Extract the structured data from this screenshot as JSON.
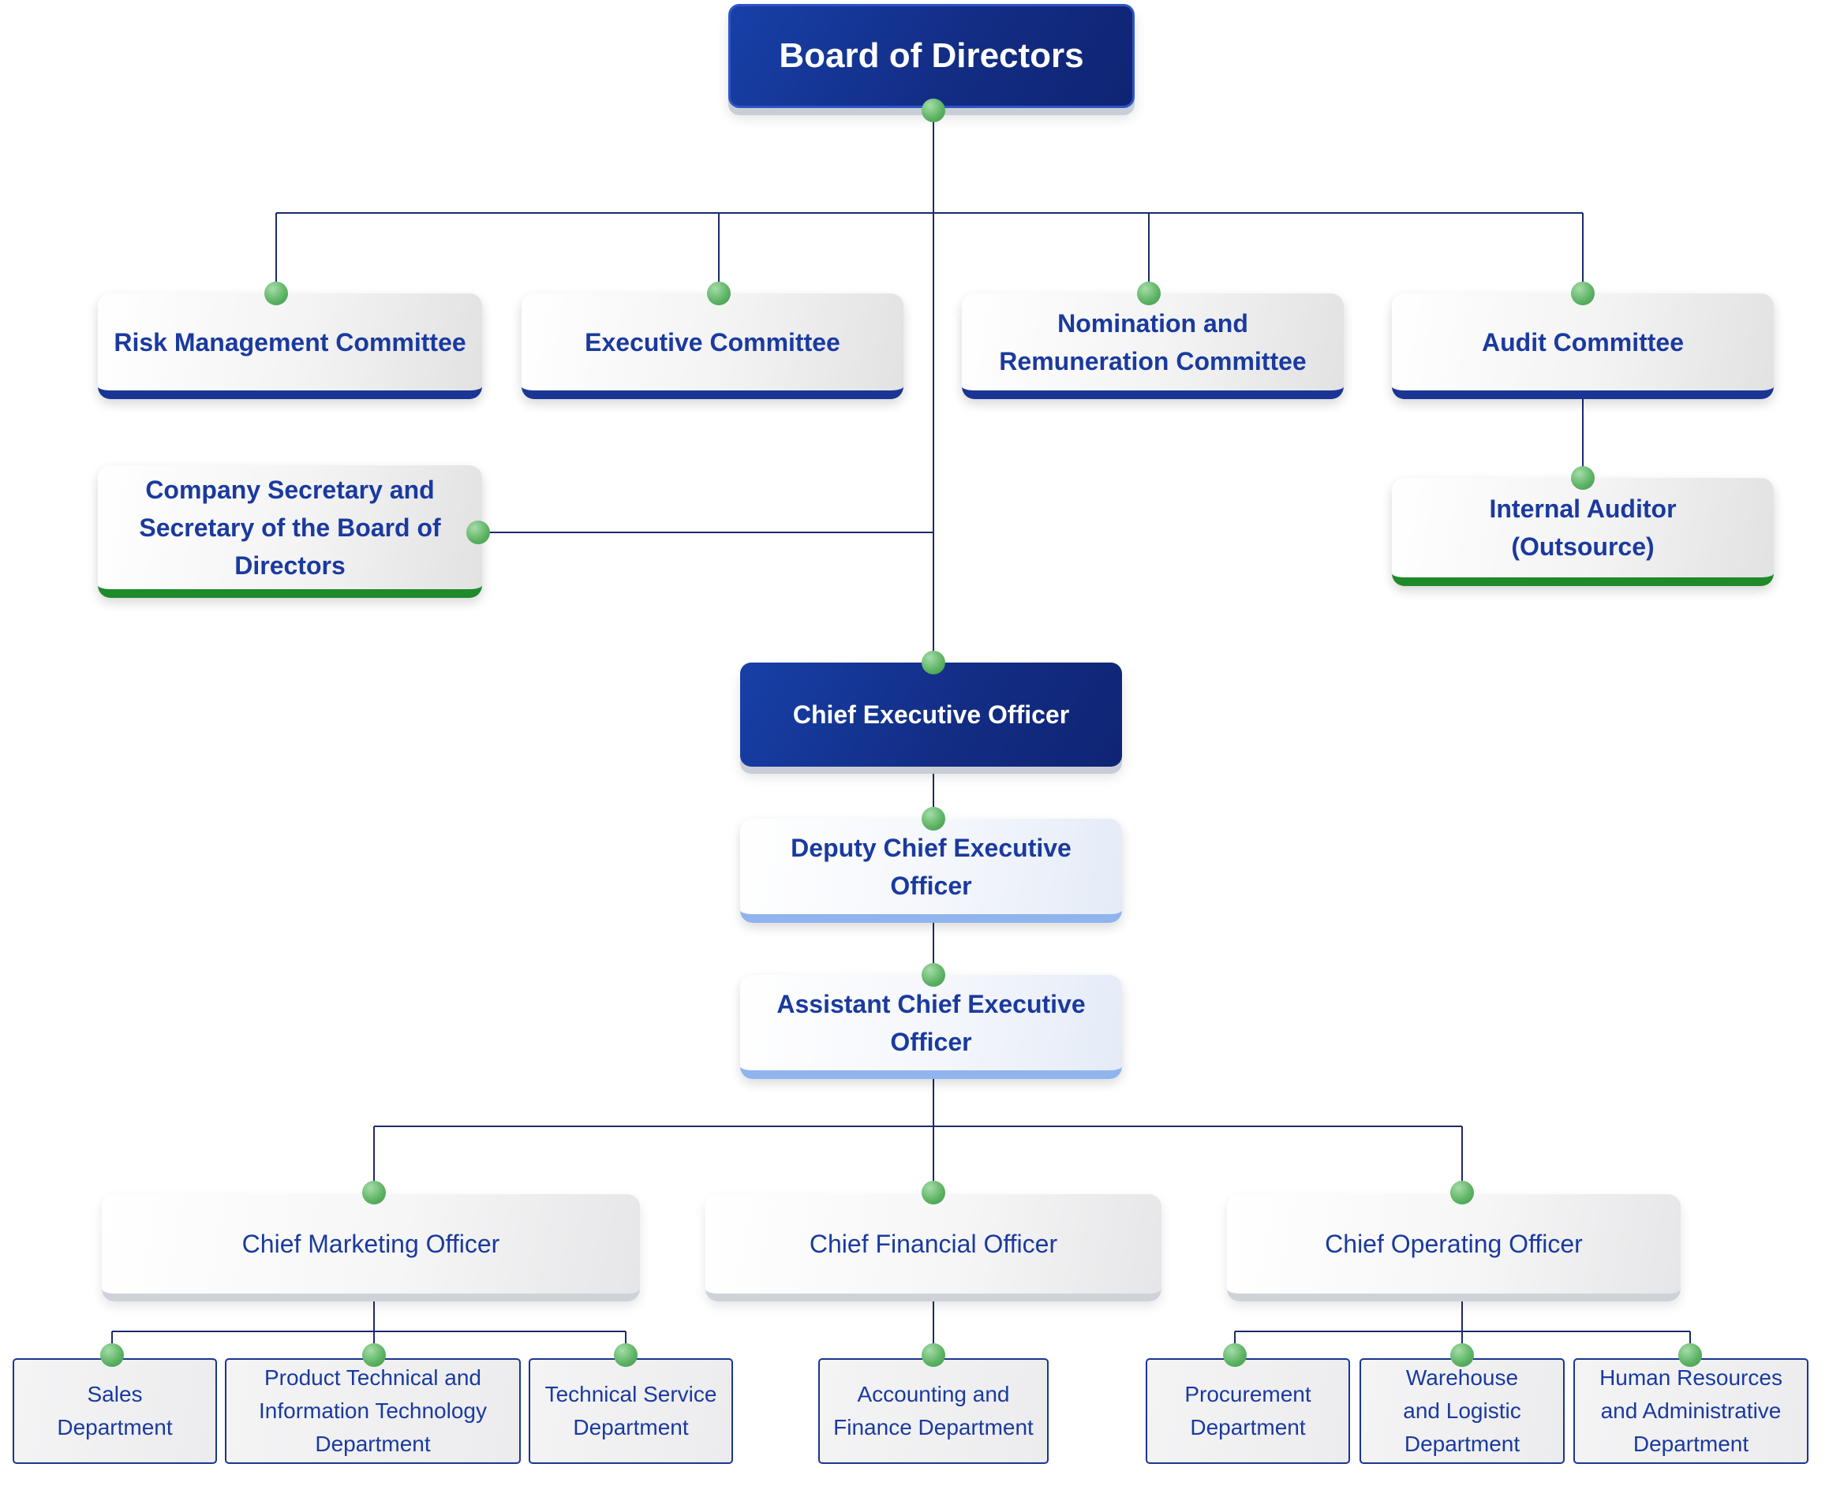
{
  "board": {
    "label": "Board of Directors"
  },
  "committees": {
    "risk": "Risk Management Committee",
    "executive": "Executive Committee",
    "nomination_line1": "Nomination and",
    "nomination_line2": "Remuneration Committee",
    "audit": "Audit Committee"
  },
  "secretary": {
    "line1": "Company Secretary and",
    "line2": "Secretary of the Board of",
    "line3": "Directors"
  },
  "internal_auditor": {
    "line1": "Internal Auditor",
    "line2": "(Outsource)"
  },
  "ceo": {
    "label": "Chief Executive Officer"
  },
  "deputy_ceo": {
    "line1": "Deputy Chief Executive",
    "line2": "Officer"
  },
  "assistant_ceo": {
    "line1": "Assistant Chief Executive",
    "line2": "Officer"
  },
  "officers": {
    "cmo": "Chief Marketing Officer",
    "cfo": "Chief Financial Officer",
    "coo": "Chief Operating Officer"
  },
  "departments": {
    "sales": {
      "line1": "Sales",
      "line2": "Department"
    },
    "product_it": {
      "line1": "Product Technical and",
      "line2": "Information Technology",
      "line3": "Department"
    },
    "tech_service": {
      "line1": "Technical Service",
      "line2": "Department"
    },
    "accounting": {
      "line1": "Accounting and",
      "line2": "Finance Department"
    },
    "procurement": {
      "line1": "Procurement",
      "line2": "Department"
    },
    "warehouse": {
      "line1": "Warehouse",
      "line2": "and Logistic",
      "line3": "Department"
    },
    "hr": {
      "line1": "Human Resources",
      "line2": "and Administrative",
      "line3": "Department"
    }
  },
  "colors": {
    "navy": "#132d85",
    "committee_text": "#1a3a9e",
    "blue_border": "#1a3593",
    "green_border": "#1e8a2a",
    "light_blue_border": "#8fb4ee",
    "connector_dot": "#5fb566"
  }
}
